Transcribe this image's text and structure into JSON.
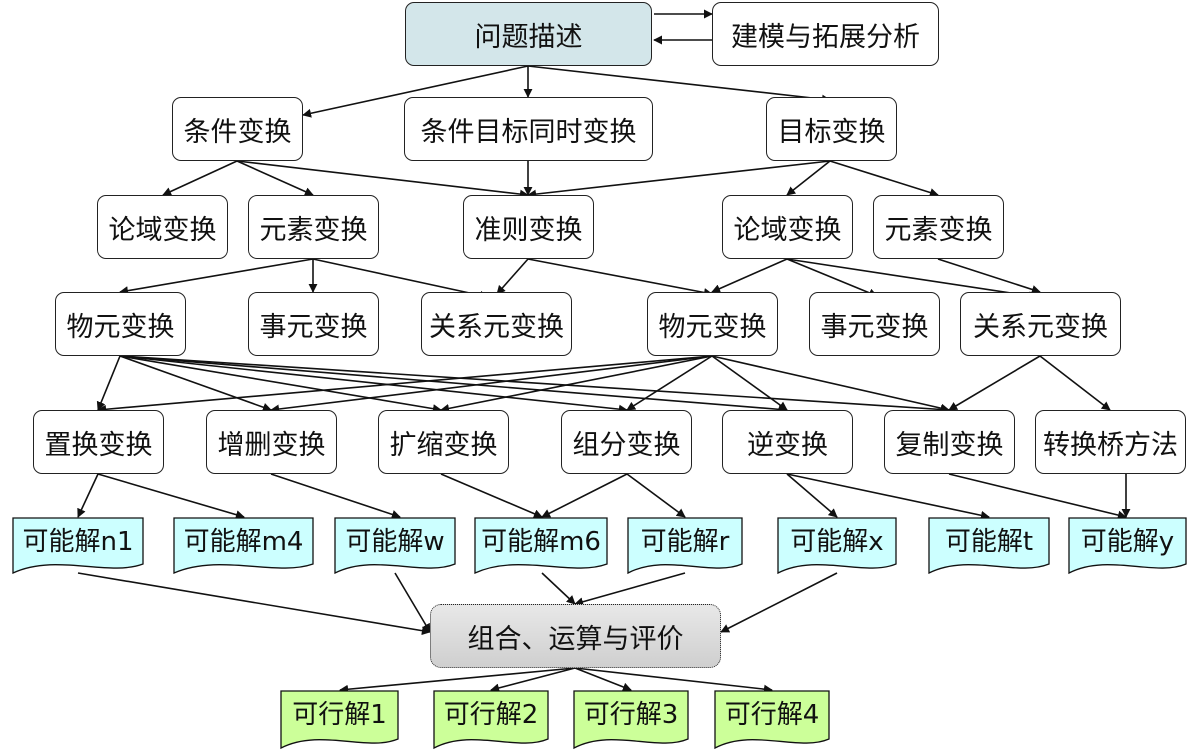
{
  "nodes": {
    "problem": "问题描述",
    "modeling": "建模与拓展分析",
    "cond_transform": "条件变换",
    "cond_goal_transform": "条件目标同时变换",
    "goal_transform": "目标变换",
    "domain_transform_left": "论域变换",
    "element_transform_left": "元素变换",
    "criterion_transform": "准则变换",
    "domain_transform_right": "论域变换",
    "element_transform_right": "元素变换",
    "matter_transform_left": "物元变换",
    "affair_transform_left": "事元变换",
    "relation_transform_left": "关系元变换",
    "matter_transform_right": "物元变换",
    "affair_transform_right": "事元变换",
    "relation_transform_right": "关系元变换",
    "substitution": "置换变换",
    "add_delete": "增删变换",
    "expand_shrink": "扩缩变换",
    "compose_decompose": "组分变换",
    "inverse": "逆变换",
    "duplicate": "复制变换",
    "bridge_method": "转换桥方法",
    "sol_n1": "可能解n1",
    "sol_m4": "可能解m4",
    "sol_w": "可能解w",
    "sol_m6": "可能解m6",
    "sol_r": "可能解r",
    "sol_x": "可能解x",
    "sol_t": "可能解t",
    "sol_y": "可能解y",
    "combine_eval": "组合、运算与评价",
    "feasible_1": "可行解1",
    "feasible_2": "可行解2",
    "feasible_3": "可行解3",
    "feasible_4": "可行解4"
  },
  "colors": {
    "top_fill": "#d3e6ea",
    "possible_fill": "#ccffff",
    "feasible_fill": "#ccff99",
    "combine_fill": "#d9d9d9",
    "line": "#111111"
  }
}
